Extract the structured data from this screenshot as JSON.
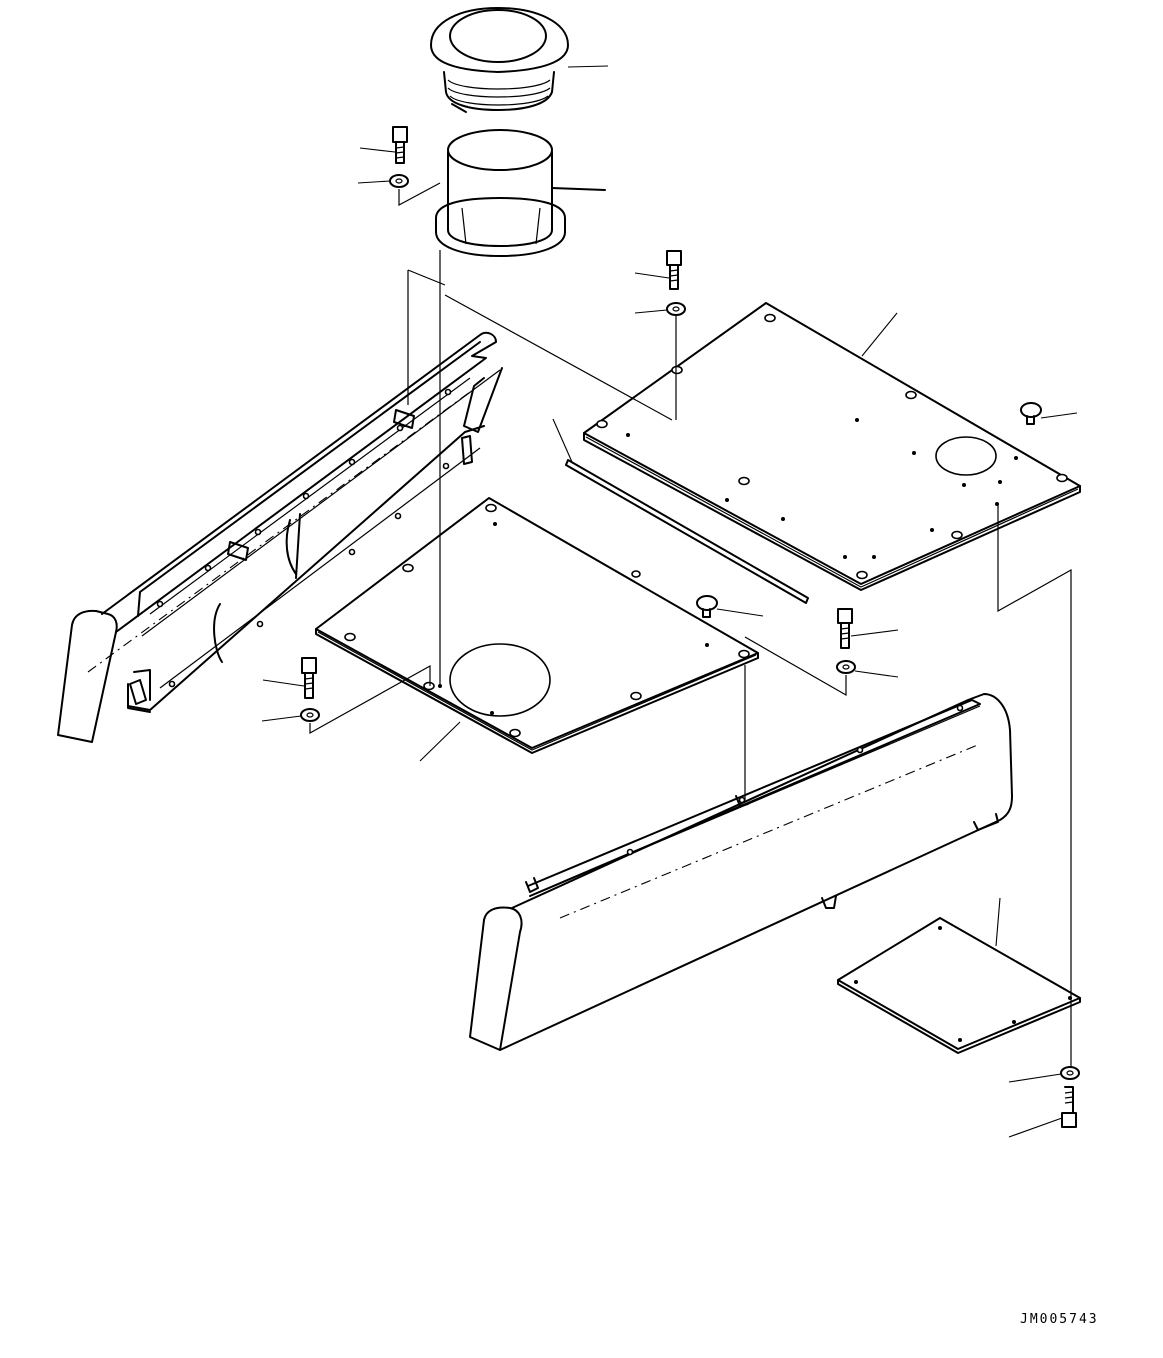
{
  "drawing_id": "JM005743",
  "parts": [
    "cap-assembly",
    "precleaner-cylinder",
    "upper-cover-plate",
    "lower-cover-plate",
    "small-access-plate",
    "side-rail-left",
    "side-rail-right",
    "seal-strip",
    "bolt",
    "washer",
    "rubber-stopper"
  ]
}
